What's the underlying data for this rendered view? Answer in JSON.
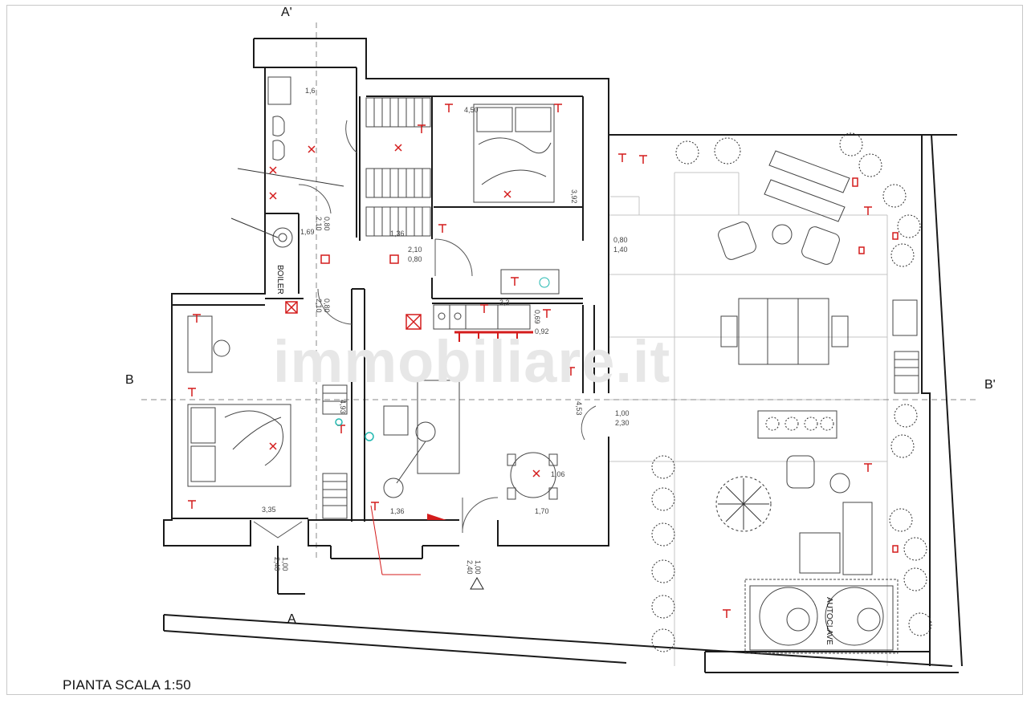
{
  "caption": "PIANTA SCALA 1:50",
  "watermark": "immobiliare.it",
  "section_labels": {
    "a_prime": "A'",
    "a": "A",
    "b": "B",
    "b_prime": "B'"
  },
  "room_labels": {
    "boiler": "BOILER",
    "autoclave": "AUTOCLAVE"
  },
  "dimensions": {
    "d1": "1,6",
    "d2": "4,50",
    "d3": "3,92",
    "d4": "1,36",
    "d5": "1,69",
    "d6": "2,10",
    "d7": "0,80",
    "d8": "0,80",
    "d9": "1,40",
    "d10": "0,92",
    "d11": "3,3",
    "d12": "1,00",
    "d13": "2,30",
    "d14": "1,06",
    "d15": "3,35",
    "d16": "1,36",
    "d17": "1,70",
    "d18": "1,00",
    "d19": "2,40",
    "d20": "1,00",
    "d21": "2,40",
    "d22": "0,80",
    "d23": "2,10",
    "d24": "0,80",
    "d25": "2,10",
    "d26": "4,53",
    "d27": "4,93",
    "d28": "0,69"
  },
  "colors": {
    "wall": "#1a1a1a",
    "electrical": "#d41c1c",
    "furniture": "#444444",
    "grid": "#c0c0c0",
    "dim": "#555555"
  }
}
